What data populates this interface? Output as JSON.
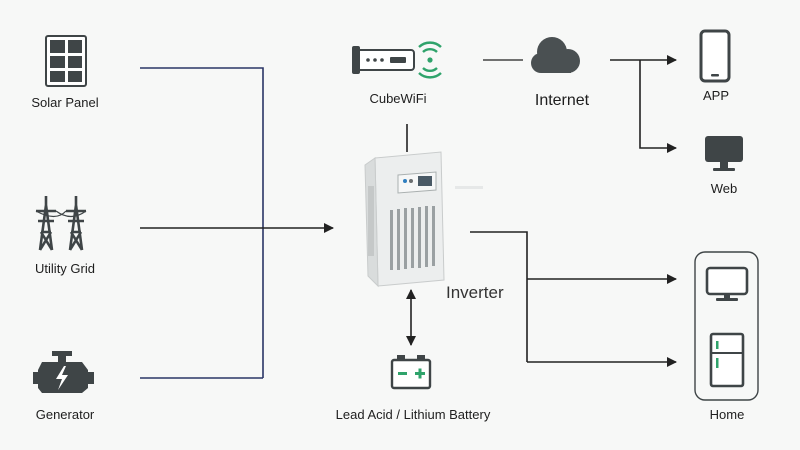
{
  "nodes": {
    "solar": {
      "label": "Solar Panel"
    },
    "grid": {
      "label": "Utility Grid"
    },
    "generator": {
      "label": "Generator"
    },
    "cubewifi": {
      "label": "CubeWiFi"
    },
    "internet": {
      "label": "Internet"
    },
    "app": {
      "label": "APP"
    },
    "web": {
      "label": "Web"
    },
    "inverter": {
      "label": "Inverter"
    },
    "battery": {
      "label": "Lead Acid / Lithium Battery"
    },
    "home": {
      "label": "Home"
    }
  },
  "colors": {
    "background": "#f7f8f7",
    "input_line": "#2a3566",
    "line": "#222222",
    "icon": "#3f4547",
    "accent": "#2fa36b",
    "cloud": "#4a5052"
  }
}
